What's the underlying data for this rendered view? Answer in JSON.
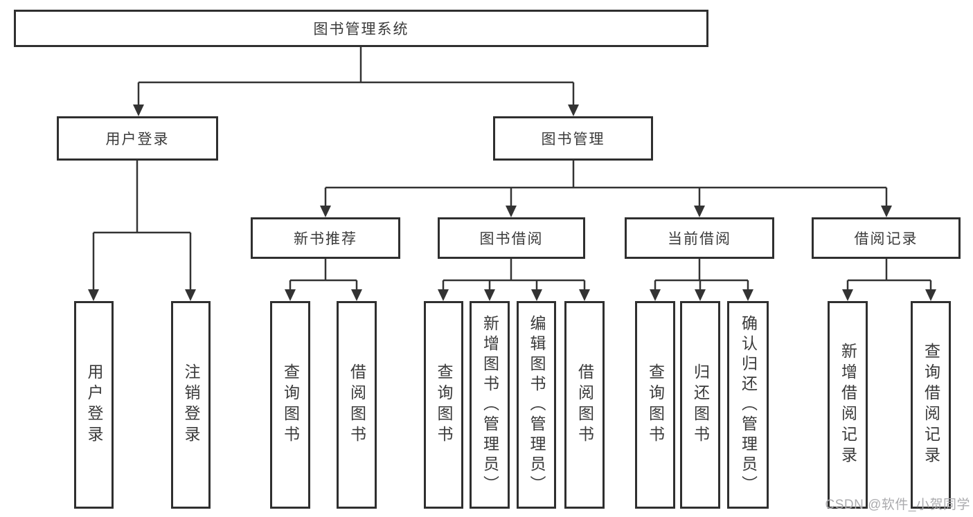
{
  "labels": {
    "root": "图书管理系统",
    "user_login": "用户登录",
    "book_mgmt": "图书管理",
    "new_book_rec": "新书推荐",
    "book_borrowing": "图书借阅",
    "current_borrowing": "当前借阅",
    "borrowing_records": "借阅记录",
    "ul_user_login": "用户登录",
    "ul_logout": "注销登录",
    "nb_query_books": "查询图书",
    "nb_borrow_books": "借阅图书",
    "bb_query_books": "查询图书",
    "bb_add_books_admin": "新增图书（管理员）",
    "bb_edit_books_admin": "编辑图书（管理员）",
    "bb_borrow_books": "借阅图书",
    "cb_query_books": "查询图书",
    "cb_return_books": "归还图书",
    "cb_confirm_return_admin": "确认归还（管理员）",
    "br_add_record": "新增借阅记录",
    "br_query_record": "查询借阅记录"
  },
  "tree": {
    "图书管理系统": {
      "用户登录": [
        "用户登录",
        "注销登录"
      ],
      "图书管理": {
        "新书推荐": [
          "查询图书",
          "借阅图书"
        ],
        "图书借阅": [
          "查询图书",
          "新增图书（管理员）",
          "编辑图书（管理员）",
          "借阅图书"
        ],
        "当前借阅": [
          "查询图书",
          "归还图书",
          "确认归还（管理员）"
        ],
        "借阅记录": [
          "新增借阅记录",
          "查询借阅记录"
        ]
      }
    }
  },
  "watermark": "CSDN @软件_小贺同学",
  "colors": {
    "line": "#333333",
    "box_border": "#2f2f2f",
    "text": "#3a3a3a",
    "watermark": "#ababae",
    "background": "#ffffff"
  }
}
